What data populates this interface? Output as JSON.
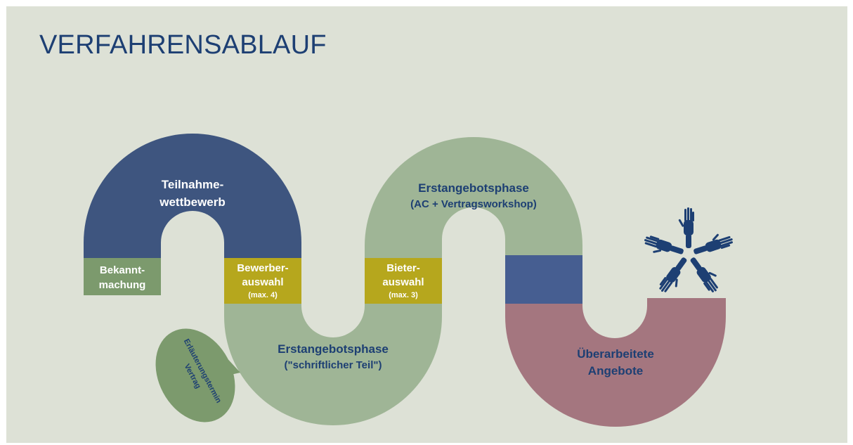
{
  "title": "VERFAHRENSABLAUF",
  "stages": {
    "teilnahme": {
      "line1": "Teilnahme-",
      "line2": "wettbewerb"
    },
    "bekanntmachung": {
      "line1": "Bekannt-",
      "line2": "machung"
    },
    "bewerberauswahl": {
      "line1": "Bewerber-",
      "line2": "auswahl",
      "note": "(max. 4)"
    },
    "erstangebot_schriftlich": {
      "line1": "Erstangebotsphase",
      "line2": "(\"schriftlicher Teil\")"
    },
    "bieterauswahl": {
      "line1": "Bieter-",
      "line2": "auswahl",
      "note": "(max. 3)"
    },
    "erstangebot_ac": {
      "line1": "Erstangebotsphase",
      "line2": "(AC + Vertragsworkshop)"
    },
    "ueberarbeitete": {
      "line1": "Überarbeitete",
      "line2": "Angebote"
    },
    "erlaeuterung": {
      "line1": "Erläuterungstermin",
      "line2": "Vertrag"
    }
  },
  "colors": {
    "background": "#dde1d6",
    "title": "#1d3f73",
    "navy_block": "#3e557f",
    "blue_block": "#465e91",
    "sage": "#9fb596",
    "dark_green": "#7c9a6d",
    "olive": "#b6a71d",
    "mauve": "#a4767f",
    "hands": "#1d3f73"
  },
  "icons": [
    "hands-circle-icon"
  ]
}
